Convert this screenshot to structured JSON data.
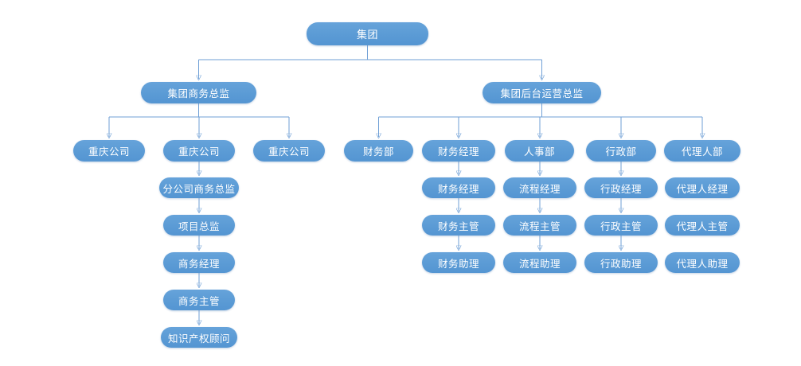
{
  "diagram": {
    "type": "org-chart",
    "colors": {
      "node_fill": "#5b9bd5",
      "node_text": "#ffffff",
      "connector_line": "#6f9fd6",
      "arrowhead": "#5b9bd5",
      "background": "#ffffff"
    },
    "org": {
      "root": "集团",
      "branches": [
        {
          "head": "集团商务总监",
          "children": [
            {
              "label": "重庆公司",
              "chain": []
            },
            {
              "label": "重庆公司",
              "chain": [
                "分公司商务总监",
                "项目总监",
                "商务经理",
                "商务主管",
                "知识产权顾问"
              ]
            },
            {
              "label": "重庆公司",
              "chain": []
            }
          ]
        },
        {
          "head": "集团后台运营总监",
          "children": [
            {
              "label": "财务部",
              "chain": []
            },
            {
              "label": "财务经理",
              "chain": [
                "财务经理",
                "财务主管",
                "财务助理"
              ]
            },
            {
              "label": "人事部",
              "chain": [
                "流程经理",
                "流程主管",
                "流程助理"
              ]
            },
            {
              "label": "行政部",
              "chain": [
                "行政经理",
                "行政主管",
                "行政助理"
              ]
            },
            {
              "label": "代理人部",
              "chain_connected": false,
              "chain": [
                "代理人经理",
                "代理人主管",
                "代理人助理"
              ]
            }
          ]
        }
      ]
    }
  }
}
